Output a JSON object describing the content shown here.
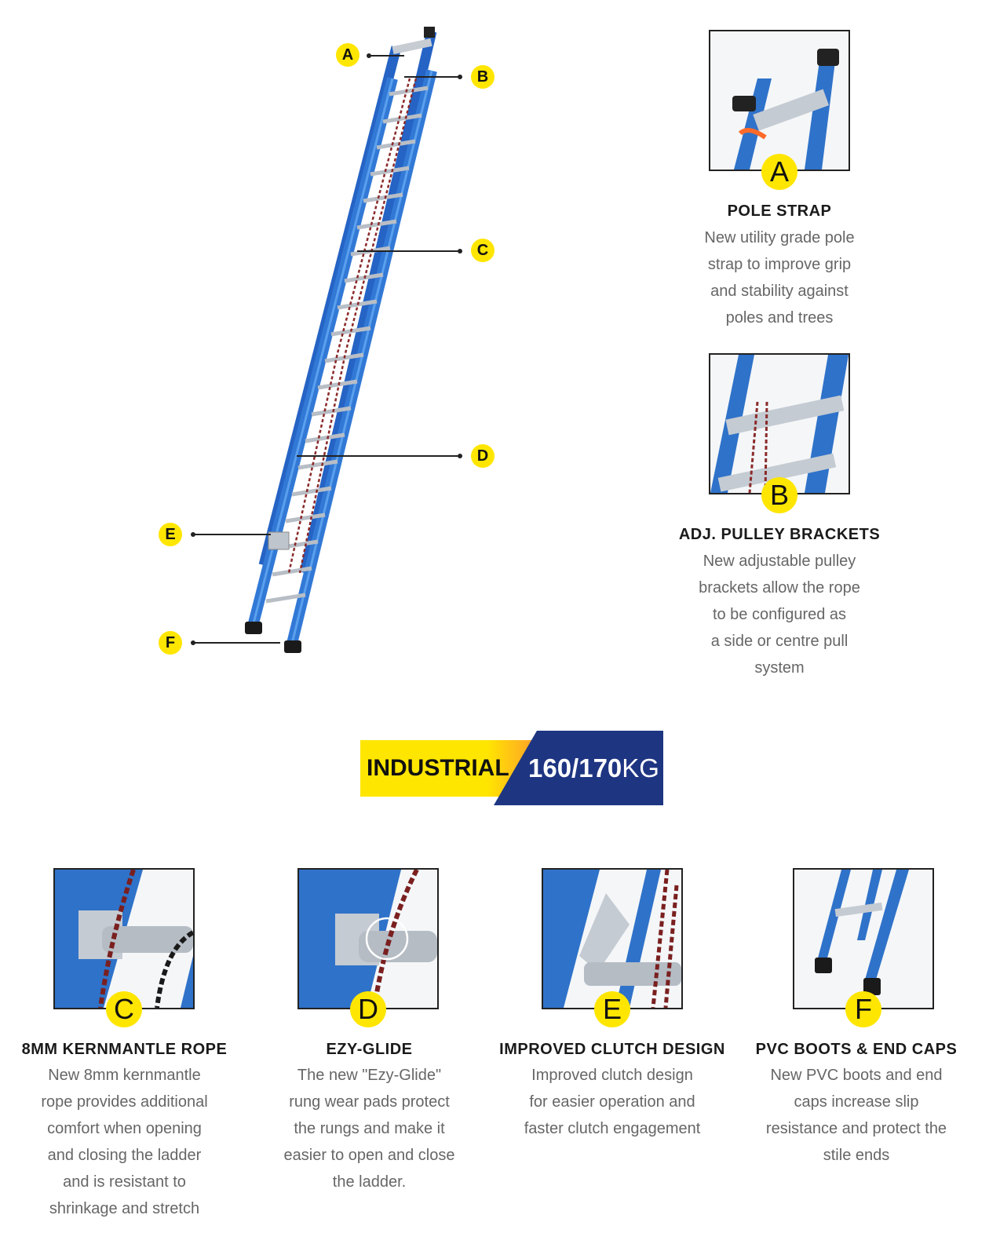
{
  "callouts": [
    "A",
    "B",
    "C",
    "D",
    "E",
    "F"
  ],
  "banner": {
    "label": "INDUSTRIAL",
    "rating": "160/170",
    "unit": "KG"
  },
  "features": [
    {
      "letter": "A",
      "title": "POLE STRAP",
      "desc": [
        "New utility grade pole",
        "strap to improve grip",
        "and stability against",
        "poles and trees"
      ]
    },
    {
      "letter": "B",
      "title": "ADJ. PULLEY BRACKETS",
      "desc": [
        "New adjustable pulley",
        "brackets allow the rope",
        "to be configured as",
        "a side or centre pull",
        "system"
      ]
    },
    {
      "letter": "C",
      "title": "8MM KERNMANTLE ROPE",
      "desc": [
        "New 8mm kernmantle",
        "rope provides additional",
        "comfort when opening",
        "and closing the ladder",
        "and is resistant to",
        "shrinkage and stretch"
      ]
    },
    {
      "letter": "D",
      "title": "EZY-GLIDE",
      "desc": [
        "The new \"Ezy-Glide\"",
        "rung wear pads protect",
        "the rungs and make it",
        "easier to open and close",
        "the ladder."
      ]
    },
    {
      "letter": "E",
      "title": "IMPROVED CLUTCH DESIGN",
      "desc": [
        "Improved clutch design",
        "for easier operation and",
        "faster clutch  engagement"
      ]
    },
    {
      "letter": "F",
      "title": "PVC BOOTS & END CAPS",
      "desc": [
        "New PVC boots and end",
        "caps increase slip",
        "resistance and protect the",
        "stile ends"
      ]
    }
  ],
  "colors": {
    "accent_yellow": "#ffe600",
    "navy": "#1e3582",
    "ladder_blue": "#2f72c9"
  }
}
